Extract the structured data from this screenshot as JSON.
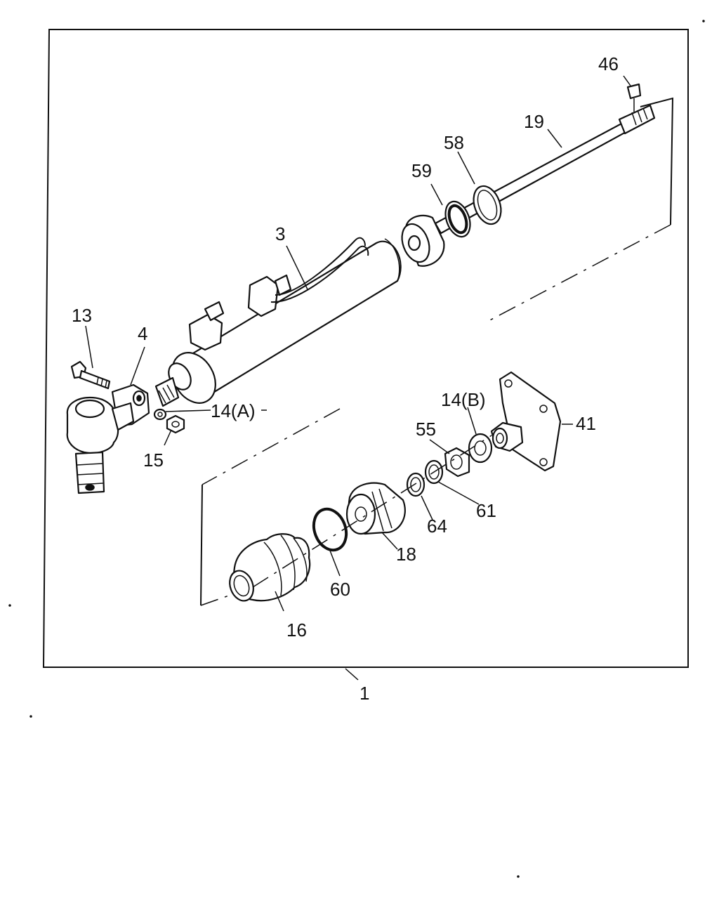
{
  "labels": {
    "l1": "1",
    "l3": "3",
    "l4": "4",
    "l13": "13",
    "l14a": "14(A)",
    "l14b": "14(B)",
    "l15": "15",
    "l16": "16",
    "l18": "18",
    "l19": "19",
    "l41": "41",
    "l46": "46",
    "l55": "55",
    "l58": "58",
    "l59": "59",
    "l60": "60",
    "l61": "61",
    "l64": "64"
  }
}
